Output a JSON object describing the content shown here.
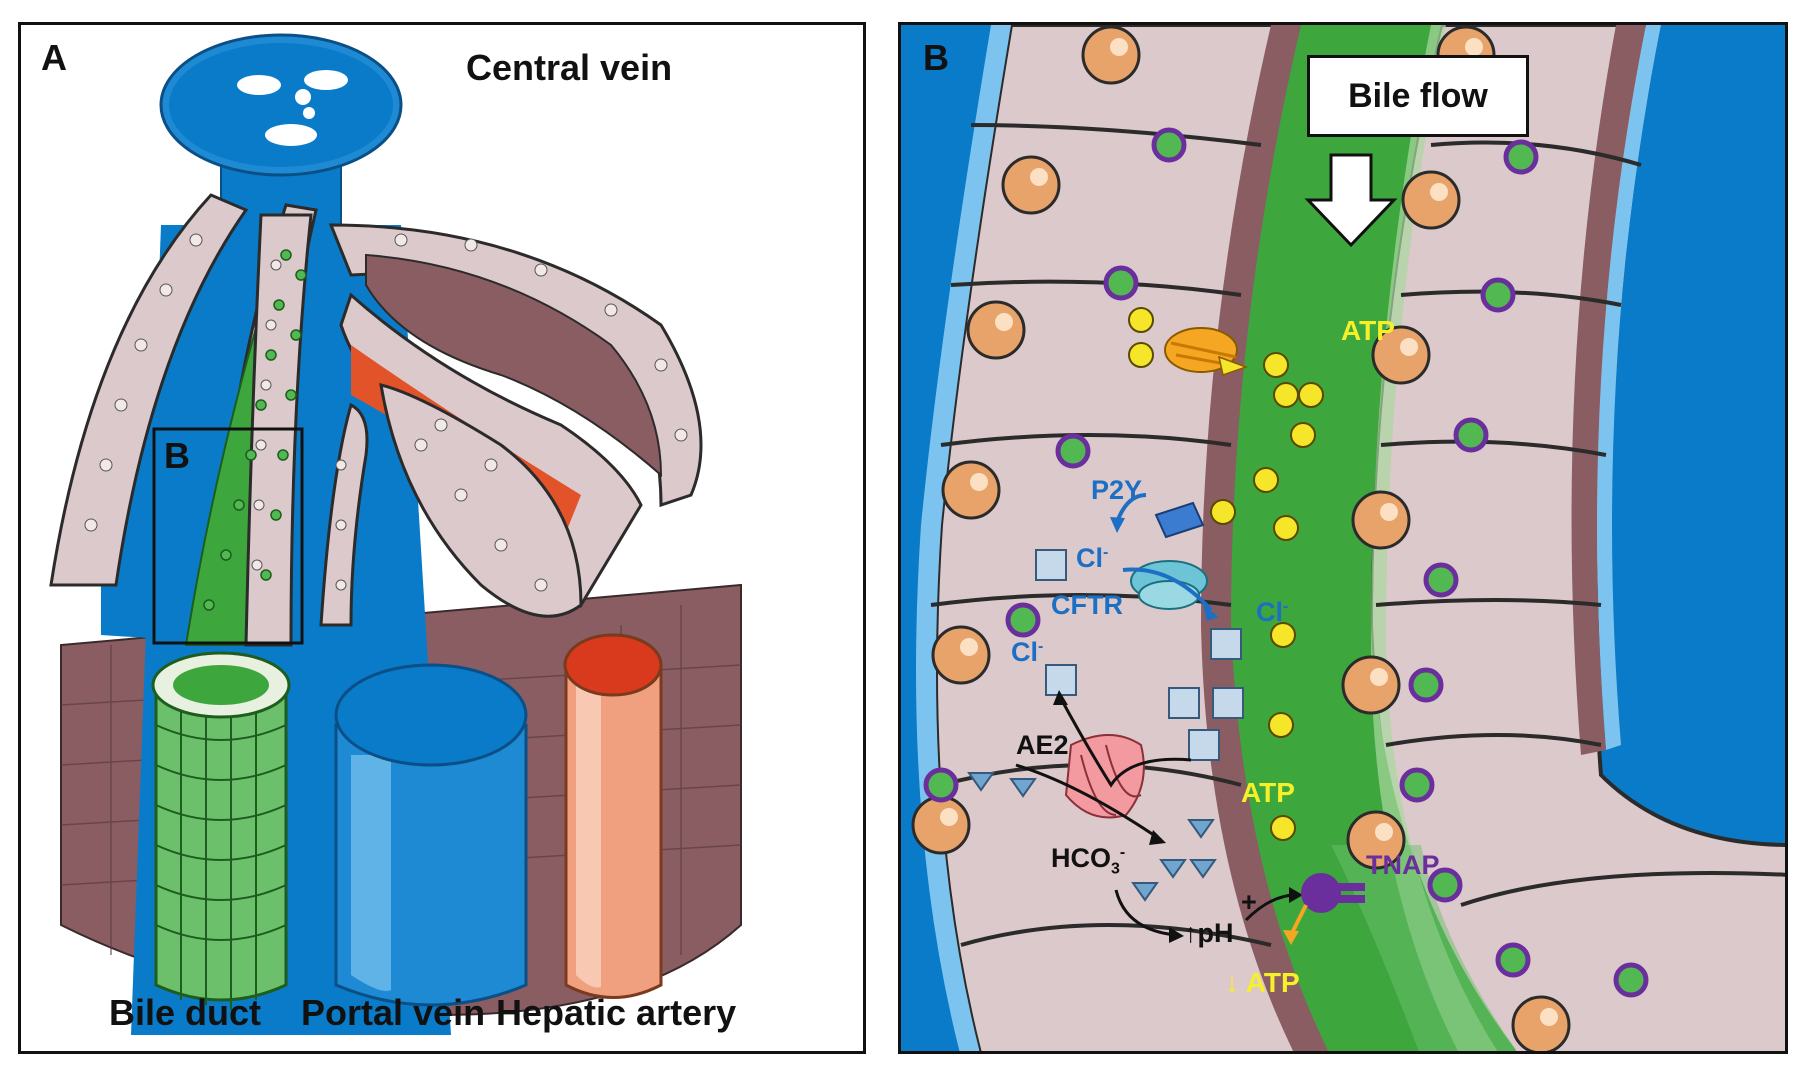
{
  "panel_a": {
    "letter": "A",
    "inset_letter": "B",
    "labels": {
      "central_vein": "Central vein",
      "bile_duct": "Bile duct",
      "portal_vein": "Portal vein",
      "hepatic_artery": "Hepatic artery"
    },
    "colors": {
      "vein": "#0a7bc8",
      "bile": "#3da63d",
      "artery": "#d9391c",
      "hepatocyte": "#dcc9cc",
      "sinusoid_bg": "#8c6167"
    }
  },
  "panel_b": {
    "letter": "B",
    "bile_flow": "Bile flow",
    "labels": {
      "atp_top": "ATP",
      "p2y": "P2Y",
      "cl_1": "Cl",
      "cl_1_sup": "-",
      "cftr": "CFTR",
      "cl_2": "Cl",
      "cl_2_sup": "-",
      "cl_3": "Cl",
      "cl_3_sup": "-",
      "ae2": "AE2",
      "atp_mid": "ATP",
      "hco3": "HCO",
      "hco3_sub": "3",
      "hco3_sup": "-",
      "ph": "↑pH",
      "plus": "+",
      "tnap": "TNAP",
      "atp_bottom": "↓ ATP"
    },
    "colors": {
      "atp": "#f5f02a",
      "canaliculus": "#3da63d",
      "transporter_blue": "#1d6fc4",
      "tnap": "#6a2f9c",
      "nucleus": "#e7a36a"
    }
  }
}
